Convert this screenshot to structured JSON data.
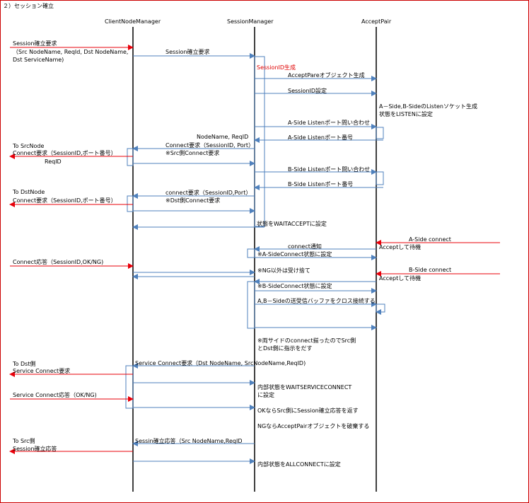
{
  "section_title": "２）セッション確立",
  "lifelines": {
    "client": "ClientNodeManager",
    "session": "SessionManager",
    "accept": "AcceptPair"
  },
  "labels": {
    "req_in_1": "Session確立要求",
    "req_in_2": "（Src NodeName, ReqId, Dst NodeName,",
    "req_in_3": "Dst ServiceName)",
    "req_to_sm": "Session確立要求",
    "sid_gen": "SessionID生成",
    "accept_create": "AcceptPareオブジェクト生成",
    "sid_set": "SessionID設定",
    "listen_create_1": "A－Side,B-SideのListenソケット生成",
    "listen_create_2": "状態をLISTENに設定",
    "a_port_q": "A-Side  Listenポート問い合わせ",
    "node_reqid": "NodeName, ReqID",
    "a_port": "A-Side  Listenポート番号",
    "connect_req_1": "Connect要求（SessionID, Port）",
    "src_connect": "※Src側Connect要求",
    "to_src_1": "To SrcNode",
    "to_src_2": "Connect要求（SessionID,ポート番号）",
    "reqid": "ReqID",
    "b_port_q": "B-Side  Listenポート問い合わせ",
    "b_port": "B-Side  Listenポート番号",
    "to_dst_1": "To DstNode",
    "to_dst_2": "Connect要求（SessionID,ポート番号）",
    "connect_req_2": "connect要求（SessionID,Port）",
    "dst_connect": "※Dst側Connect要求",
    "waitaccept": "状態をWAITACCEPTに設定",
    "a_connect": "A-Side  connect",
    "accept_wait_1": "Acceptして待機",
    "connect_notify": "connect通知",
    "a_connect_state": "※A-SideConnect状態に設定",
    "connect_reply": "Connect応答（SessionID,OK/NG)",
    "ng_discard": "※NG以外は受け捨て",
    "b_connect": "B-Side  connect",
    "accept_wait_2": "Acceptして待機",
    "b_connect_state": "※B-SideConnect状態に設定",
    "cross_buffer": "A,B－Sideの送受信バッファをクロス接続する",
    "both_connect_1": "※両サイドのconnect揃ったのでSrc側",
    "both_connect_2": "とDst側に指示をだす",
    "to_dst_side": "To Dst側",
    "svc_connect_req": "Service Connect要求",
    "svc_connect_msg": "Service Connect要求（Dst NodeName, SrcNodeName,ReqID)",
    "waitservice_1": "内部状態をWAITSERVICECONNECT",
    "waitservice_2": "に設定",
    "svc_connect_reply": "Service Connect応答（OK/NG)",
    "ok_reply": "OKならSrc側にSession確立応答を返す",
    "ng_destroy": "NGならAcceptPairオブジェクトを破棄する",
    "to_src_side": "To Src側",
    "sess_reply_msg": "Sessin確立応答（Src NodeName,ReqID",
    "sess_reply": "Session確立応答",
    "allconnect": "内部状態をALLCONNECTに設定"
  },
  "colors": {
    "red_arrow": "#e8000a",
    "blue_arrow": "#4f81bd",
    "lifeline": "#000000",
    "frame": "#cc0000"
  }
}
